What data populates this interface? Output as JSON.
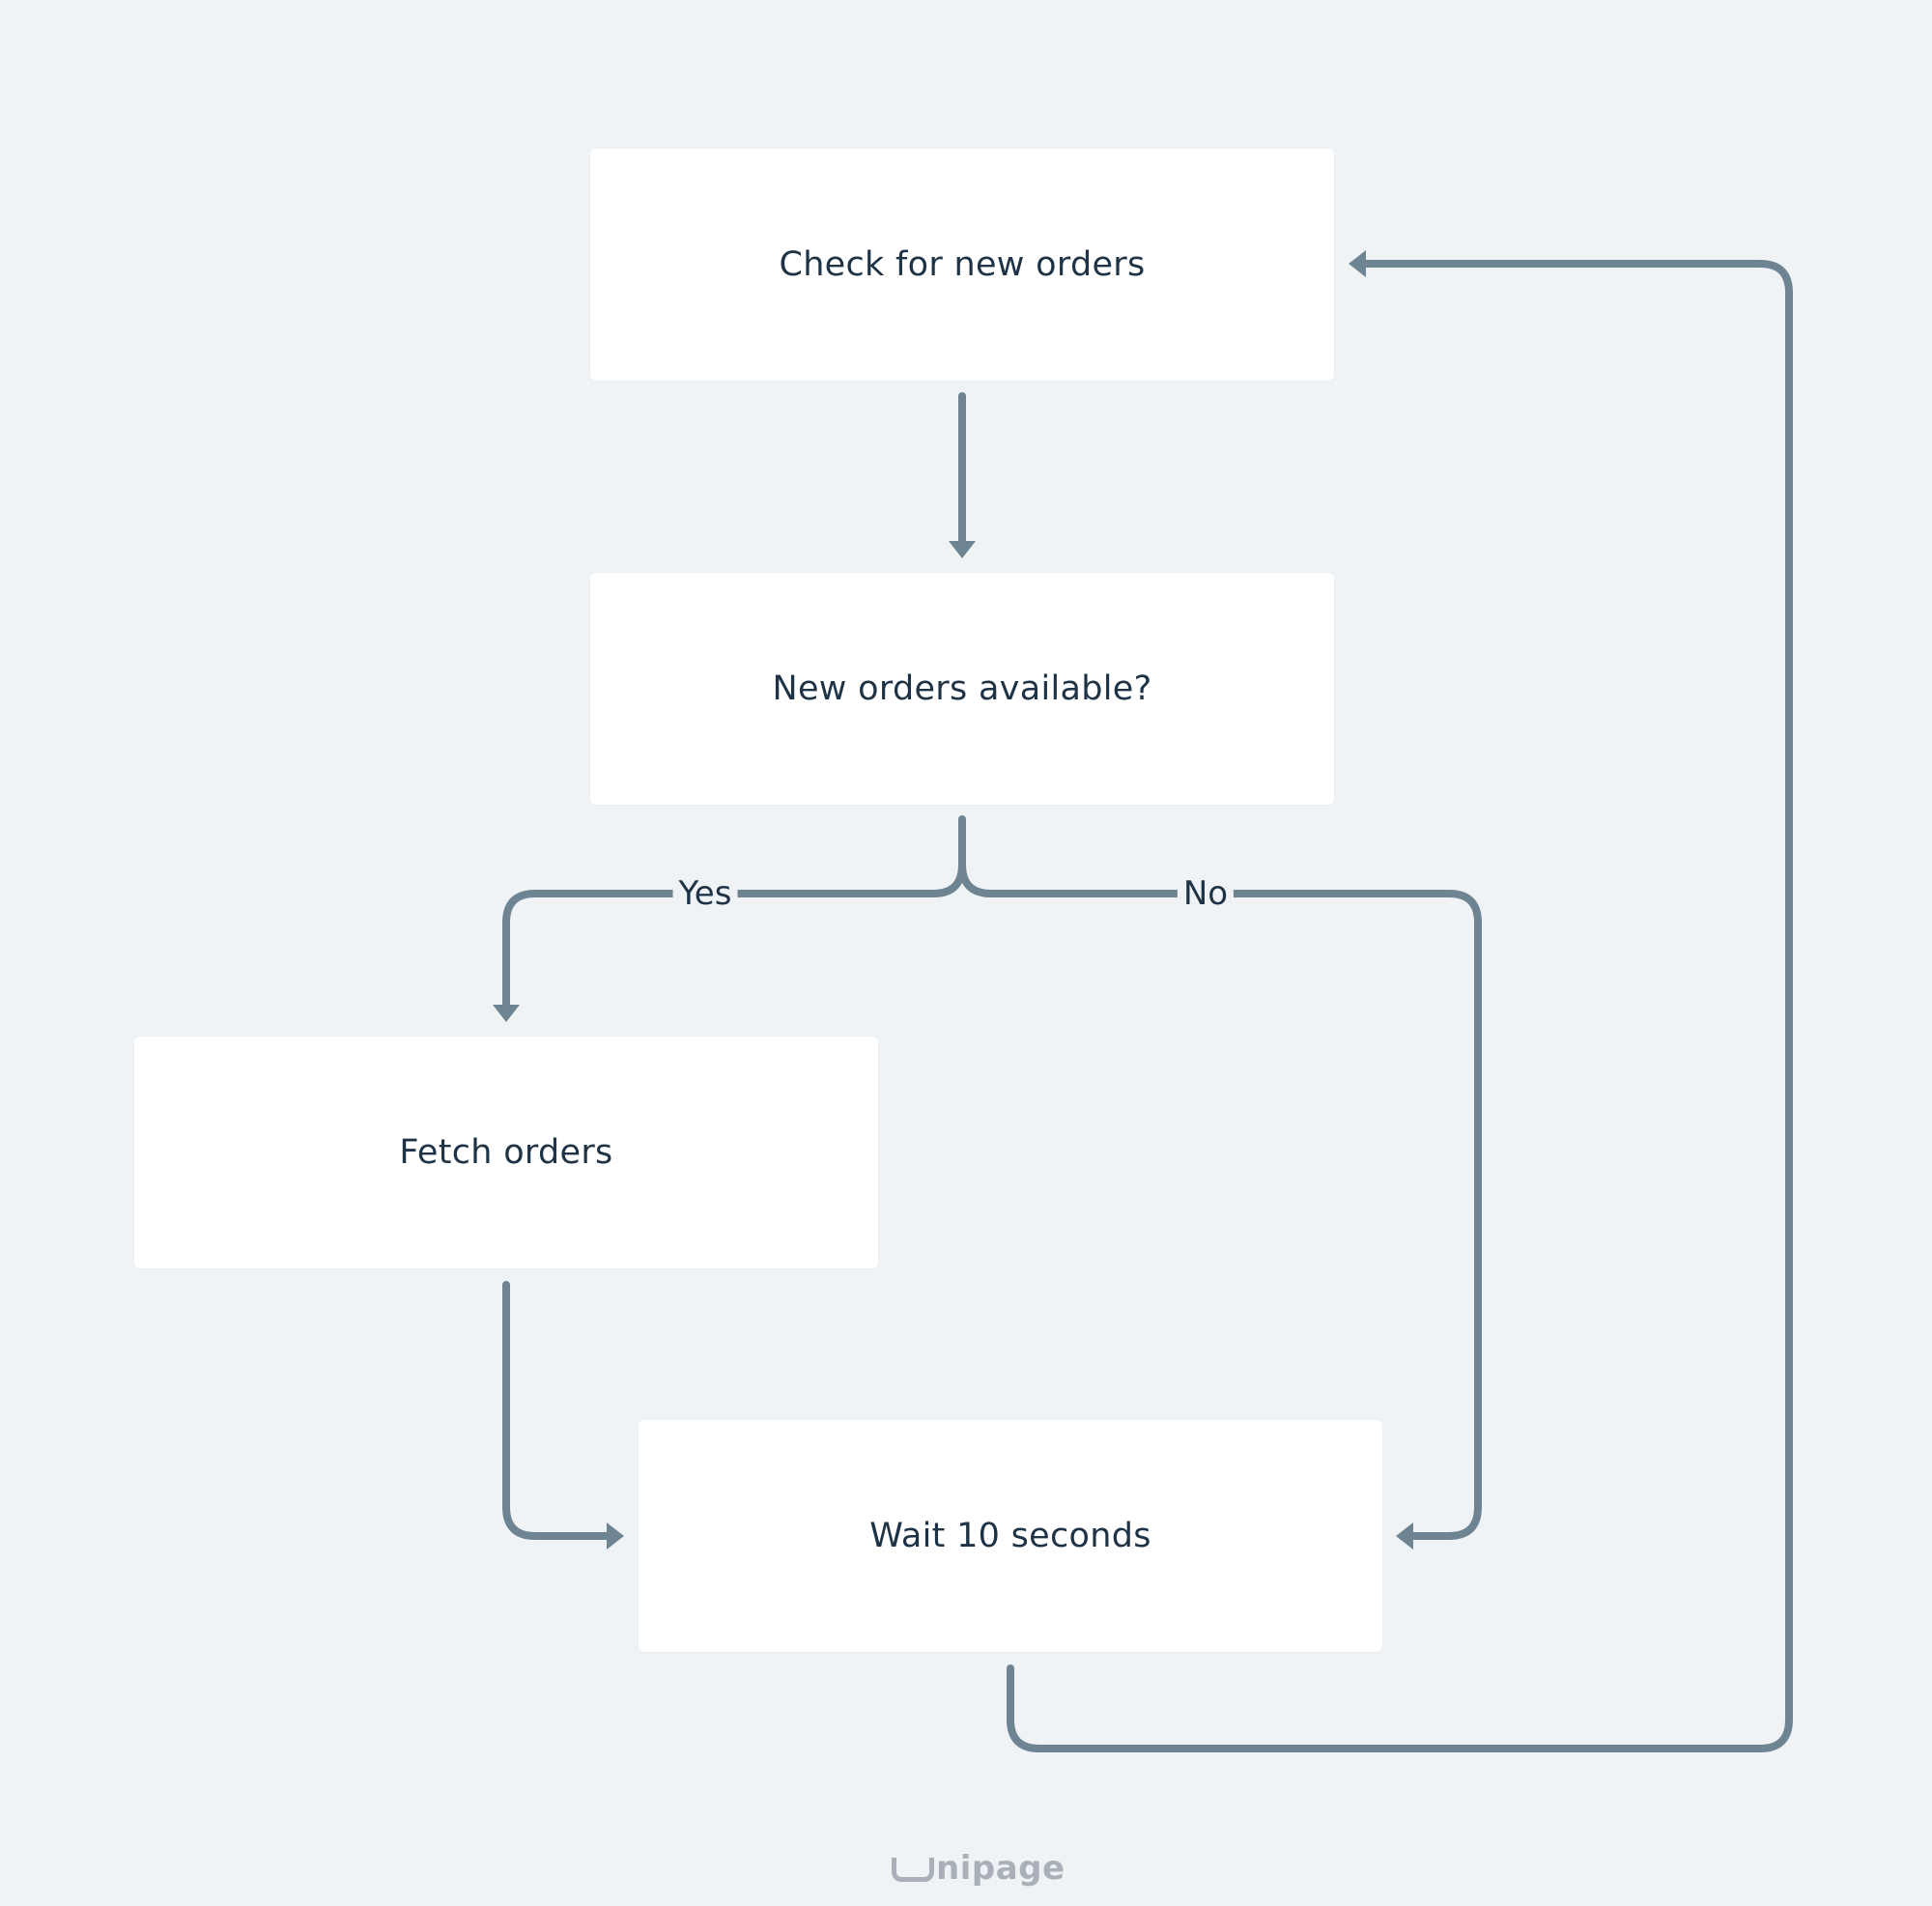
{
  "diagram": {
    "type": "flowchart",
    "colors": {
      "background": "#eff3f6",
      "node_fill": "#ffffff",
      "node_text": "#1f3346",
      "edge": "#6f8493",
      "watermark": "#a9b0b8"
    },
    "nodes": {
      "check": "Check for new orders",
      "available": "New orders available?",
      "fetch": "Fetch orders",
      "wait": "Wait 10 seconds"
    },
    "edges": [
      {
        "from": "check",
        "to": "available",
        "label": ""
      },
      {
        "from": "available",
        "to": "fetch",
        "label": "Yes"
      },
      {
        "from": "available",
        "to": "wait",
        "label": "No"
      },
      {
        "from": "fetch",
        "to": "wait",
        "label": ""
      },
      {
        "from": "wait",
        "to": "check",
        "label": ""
      }
    ],
    "edge_labels": {
      "yes": "Yes",
      "no": "No"
    }
  },
  "watermark": {
    "text": "nipage",
    "logo_text": "Unipage",
    "logo_icon": "u-logo-icon"
  }
}
